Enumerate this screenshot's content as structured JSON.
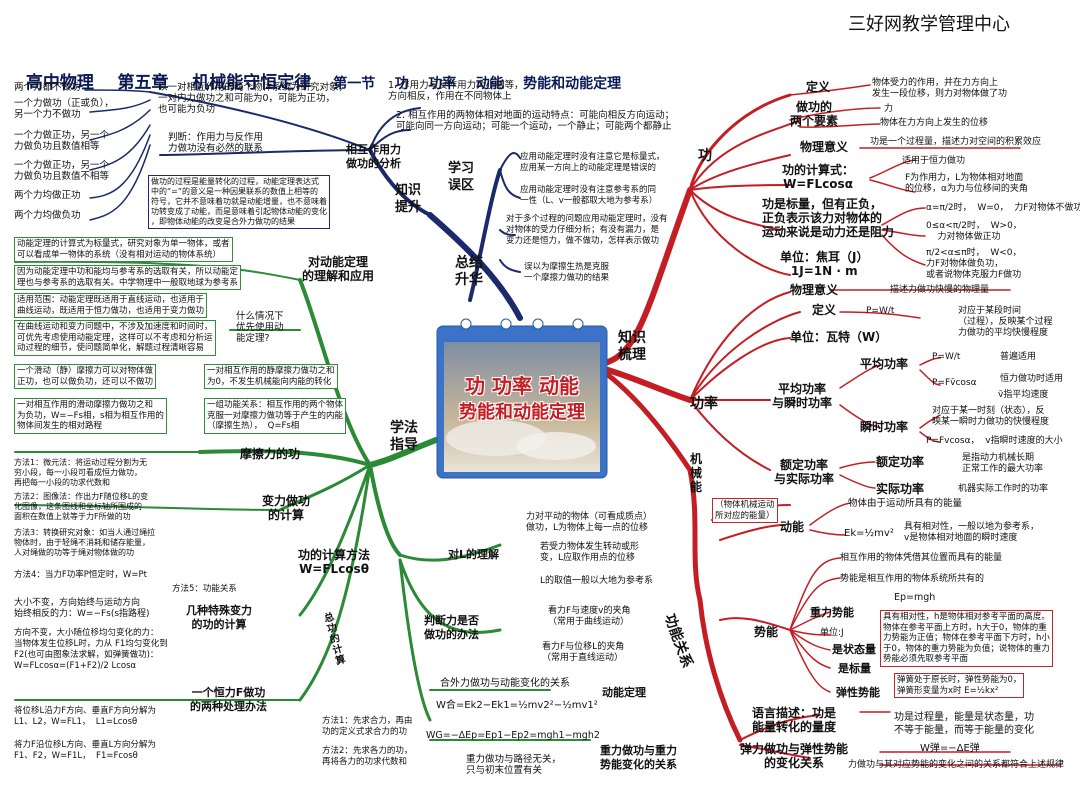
{
  "brand": "三好网教学管理中心",
  "title": {
    "main": "高中物理    第五章    机械能守恒定律",
    "section": "第一节    功    功率    动能    势能和动能定理"
  },
  "center": {
    "line1": "功 功率 动能",
    "line2": "势能和动能定理"
  },
  "branches": {
    "zhishi": "知识\n梳理",
    "zongjie": "总结\n升华",
    "xuefa": "学法\n指导",
    "gong": "功",
    "gonglv": "功率",
    "jixieneng": "机\n械\n能",
    "gongneng": "功能关系"
  },
  "colors": {
    "red": "#c41e24",
    "green": "#2b8a36",
    "navy": "#1b2a6b",
    "calendar": "#3a73c8"
  },
  "right": {
    "gong": {
      "dingyi": "定义",
      "zuogong_yaosu": "做功的\n两个要素",
      "def_text": "物体受力的作用，并在力方向上\n发生一段位移，则力对物体做了功",
      "li": "力",
      "weiyi": "物体在力方向上发生的位移",
      "wuliyiyi": "物理意义",
      "wuliyiyi_text": "功是一个过程量，描述力对空间的积累效应",
      "jisuanshi": "功的计算式：\nW=FLcosα",
      "hengli": "适用于恒力做功",
      "F_desc": "F为作用力，L为物体相对地面\n的位移，α为力与位移间的夹角",
      "biaoliang": "功是标量，但有正负，\n正负表示该力对物体的\n运动来说是动力还是阻力",
      "case1": "α=π/2时，  W=0，  力F对物体不做功",
      "case2": "0≤α<π/2时，  W>0，\n    力对物体做正功",
      "case3": "π/2<α≤π时，  W<0，\n力F对物体做负功，\n或者说物体克服力F做功",
      "danwei": "单位：焦耳（J）\n1J=1N · m"
    },
    "gonglv": {
      "wuliyiyi": "物理意义",
      "wuliyiyi_text": "描述力做功快慢的物理量",
      "dingyi": "定义",
      "def_formula": "P=W/t",
      "danwei": "单位：瓦特（W）",
      "avg_desc": "对应于某段时间\n（过程），反映某个过程\n力做功的平均快慢程度",
      "pingjun": "平均功率",
      "pj_yushun": "平均功率\n与瞬时功率",
      "f1": "P=W/t",
      "f1_note": "普遍适用",
      "f2": "P=Fv̄cosα",
      "f2_note": "恒力做功时适用",
      "f2_note2": "v̄指平均速度",
      "shunshi": "瞬时功率",
      "ss_desc": "对应于某一时刻（状态），反\n映某一瞬时力做功的快慢程度",
      "ss_formula": "P=Fvcosα，  v指瞬时速度的大小",
      "eding_sj": "额定功率\n与实际功率",
      "eding": "额定功率",
      "eding_desc": "是指动力机械长期\n正常工作的最大功率",
      "shiji": "实际功率",
      "shiji_desc": "机器实际工作时的功率"
    },
    "jixieneng": {
      "note": "（物体机械运动\n所对应的能量）",
      "dongneng": "动能",
      "dn_top": "物体由于运动所具有的能量",
      "dn_formula": "Ek=½mv²",
      "dn_desc": "具有相对性，一般以地为参考系，\nv是物体相对地面的瞬时速度",
      "shineng": "势能",
      "sn_top": "相互作用的物体凭借其位置而具有的能量",
      "sn_sys": "势能是相互作用的物体系统所共有的",
      "zhongli_sn": "重力势能",
      "ep_formula": "Ep=mgh",
      "danwei_j": "单位:J",
      "zhuangtai": "是状态量",
      "biaoliang": "是标量",
      "zl_desc": "具有相对性，h是物体相对参考平面的高度。\n物体在参考平面上方时，h大于0，物体的重\n力势能为正值；物体在参考平面下方时，h小\n于0，物体的重力势能为负值；说物体的重力\n势能必须先取参考平面",
      "tanxing_sn": "弹性势能",
      "tx_desc": "弹簧处于原长时，弹性势能为0，\n弹簧形变量为x时 E=½kx²"
    },
    "gongnengguanxi": {
      "yuyan": "语言描述：功是\n能量转化的量度",
      "yuyan_desc": "功是过程量，能量是状态量，功\n不等于能量，而等于能量的变化",
      "tanli": "弹力做功与弹性势能\n的变化关系",
      "tl_formula": "W弹=−ΔE弹",
      "tl_desc": "力做功与其对应势能的变化之间的关系都符合上述规律"
    }
  },
  "top": {
    "zhishi_tisheng": "知识\n提升",
    "xuexi_wuqu": "学习\n误区",
    "zuoyongli_fenxi": "相互作用力\n做功的分析",
    "item1": "1. 作用力与反作用力大小相等，\n方向相反，作用在不同物体上",
    "item2": "2. 相互作用的两物体相对地面的运动特点：可能向相反方向运动；\n可能向同一方向运动；可能一个运动，一个静止；可能两个都静止",
    "left_desc": "以一对相互作用的两个物体系统为研究对象，\n一对内力做功之和可能为0，可能为正功，\n也可能为负功",
    "panduan": "判断：作用力与反作用\n力做功没有必然的联系",
    "cases": [
      "两个力都不做功",
      "一个力做功（正或负），\n另一个力不做功",
      "一个力做正功，另一个\n力做负功且数值相等",
      "一个力做正功，另一个\n力做负功且数值不相等",
      "两个力均做正功",
      "两个力均做负功"
    ],
    "gong_desc": "做功的过程是能量转化的过程，动能定理表达式\n中的“=”的意义是一种因果联系的数值上相等的\n符号，它并不意味着功就是动能增量，也不意味着\n功转变成了动能，而是意味着引起物体动能的变化\n，即物体动能的改变是合外力做功的结果",
    "wuqu1": "应用动能定理时没有注意它是标量式，\n应用某一方向上的动能定理是错误的",
    "wuqu2": "应用动能定理时没有注意参考系的同\n一性（L、v一般都取大地为参考系）",
    "wuqu3": "对于多个过程的问题应用动能定理时，没有\n对物体的受力仔细分析；有没有漏力，是\n变力还是恒力，做不做功，怎样表示做功",
    "wuqu4": "误以为摩擦生热是克服\n一个摩擦力做功的结果"
  },
  "left": {
    "dongneng_dingli": "对动能定理\n的理解和应用",
    "b1": "动能定理的计算式为标量式，研究对象为单一物体，或者\n可以看成单一物体的系统（没有相对运动的物体系统）",
    "b2": "因为动能定理中功和能均与参考系的选取有关，所以动能定\n理也与参考系的选取有关。中学物理中一般取地球为参考系",
    "b3": "适用范围：动能定理既适用于直线运动，也适用于\n曲线运动，既适用于恒力做功，也适用于变力做功",
    "b4": "在曲线运动和变力问题中，不涉及加速度和时间时，\n可优先考虑使用动能定理，这样可以不考虑和分析运\n动过程的细节，使问题简单化，解题过程清晰容易",
    "youxian": "什么情况下\n优先使用动\n能定理?",
    "moca": "摩擦力的功",
    "m1": "一个滑动（静）摩擦力可以对物体做\n正功，也可以做负功，还可以不做功",
    "m2": "一对相互作用的静摩擦力做功之和\n为0，不发生机械能向内能的转化",
    "m3": "一对相互作用的滑动摩擦力做功之和\n为负功，W=−Fs相，s相为相互作用的\n物体间发生的相对路程",
    "m4": "一组功能关系：相互作用的两个物体\n克服一对摩擦力做功等于产生的内能\n（摩擦生热），  Q=Fs相",
    "bianli": "变力做功\n的计算",
    "v1": "方法1：微元法：将运动过程分割为无\n穷小段，每一小段可看成恒力做功，\n再把每一小段的功求代数和",
    "v2": "方法2：图像法：作出力F随位移L的变\n化图像，这条图线和坐标轴所围成的\n面积在数值上就等于力F所做的功",
    "v3": "方法3：转换研究对象：如当人通过绳拉\n物体时，由于轻绳不消耗和储存能量，\n人对绳做的功等于绳对物体做的功",
    "v4": "方法4：当力F功率P恒定时，W=Pt",
    "v5": "方法5：功能关系",
    "teshu": "几种特殊变力\n的功的计算",
    "s1": "大小不变，方向始终与运动方向\n始终相反的力：W=−Fs(s指路程)",
    "s2": "方向不变，大小随位移均匀变化的力：\n当物体发生位移L时，力从 F1均匀变化到\nF2(也可由图象法求解，如弹簧做功)：\nW=FLcosα=(F1+F2)/2 Lcosα",
    "hengli": "一个恒力F做功\n的两种处理办法",
    "h1": "将位移L沿力F方向、垂直F方向分解为\nL1、L2，W=FL1，  L1=Lcosθ",
    "h2": "将力F沿位移L方向、垂直L方向分解为\nF1、F2，W=F1L，  F1=Fcosθ"
  },
  "bottom": {
    "jisuan": "功的计算方法\nW=FLcosθ",
    "zong": "总\n功\n的\n计\n算",
    "lijie_L": "对L的理解",
    "L1": "力对平动的物体（可看成质点）\n做功，L为物体上每一点的位移",
    "L2": "若受力物体发生转动或形\n变，L应取作用点的位移",
    "L3": "L的取值一般以大地为参考系",
    "panduan": "判断力是否\n做功的办法",
    "p1": "看力F与速度v的夹角\n（常用于曲线运动）",
    "p2": "看力F与位移L的夹角\n（常用于直线运动）",
    "hewaili": "合外力做功与动能变化的关系",
    "dn_dingli": "动能定理",
    "hw_formula": "W合=Ek2−Ek1=½mv2²−½mv1²",
    "zl_formula": "WG=−ΔEp=Ep1−Ep2=mgh1−mgh2",
    "zhongli_gx": "重力做功与重力\n势能变化的关系",
    "zl_path": "重力做功与路径无关，\n只与初末位置有关",
    "fa1": "方法1：先求合力，再由\n功的定义式求合力的功",
    "fa2": "方法2：先求各力的功，\n再将各力的功求代数和"
  }
}
